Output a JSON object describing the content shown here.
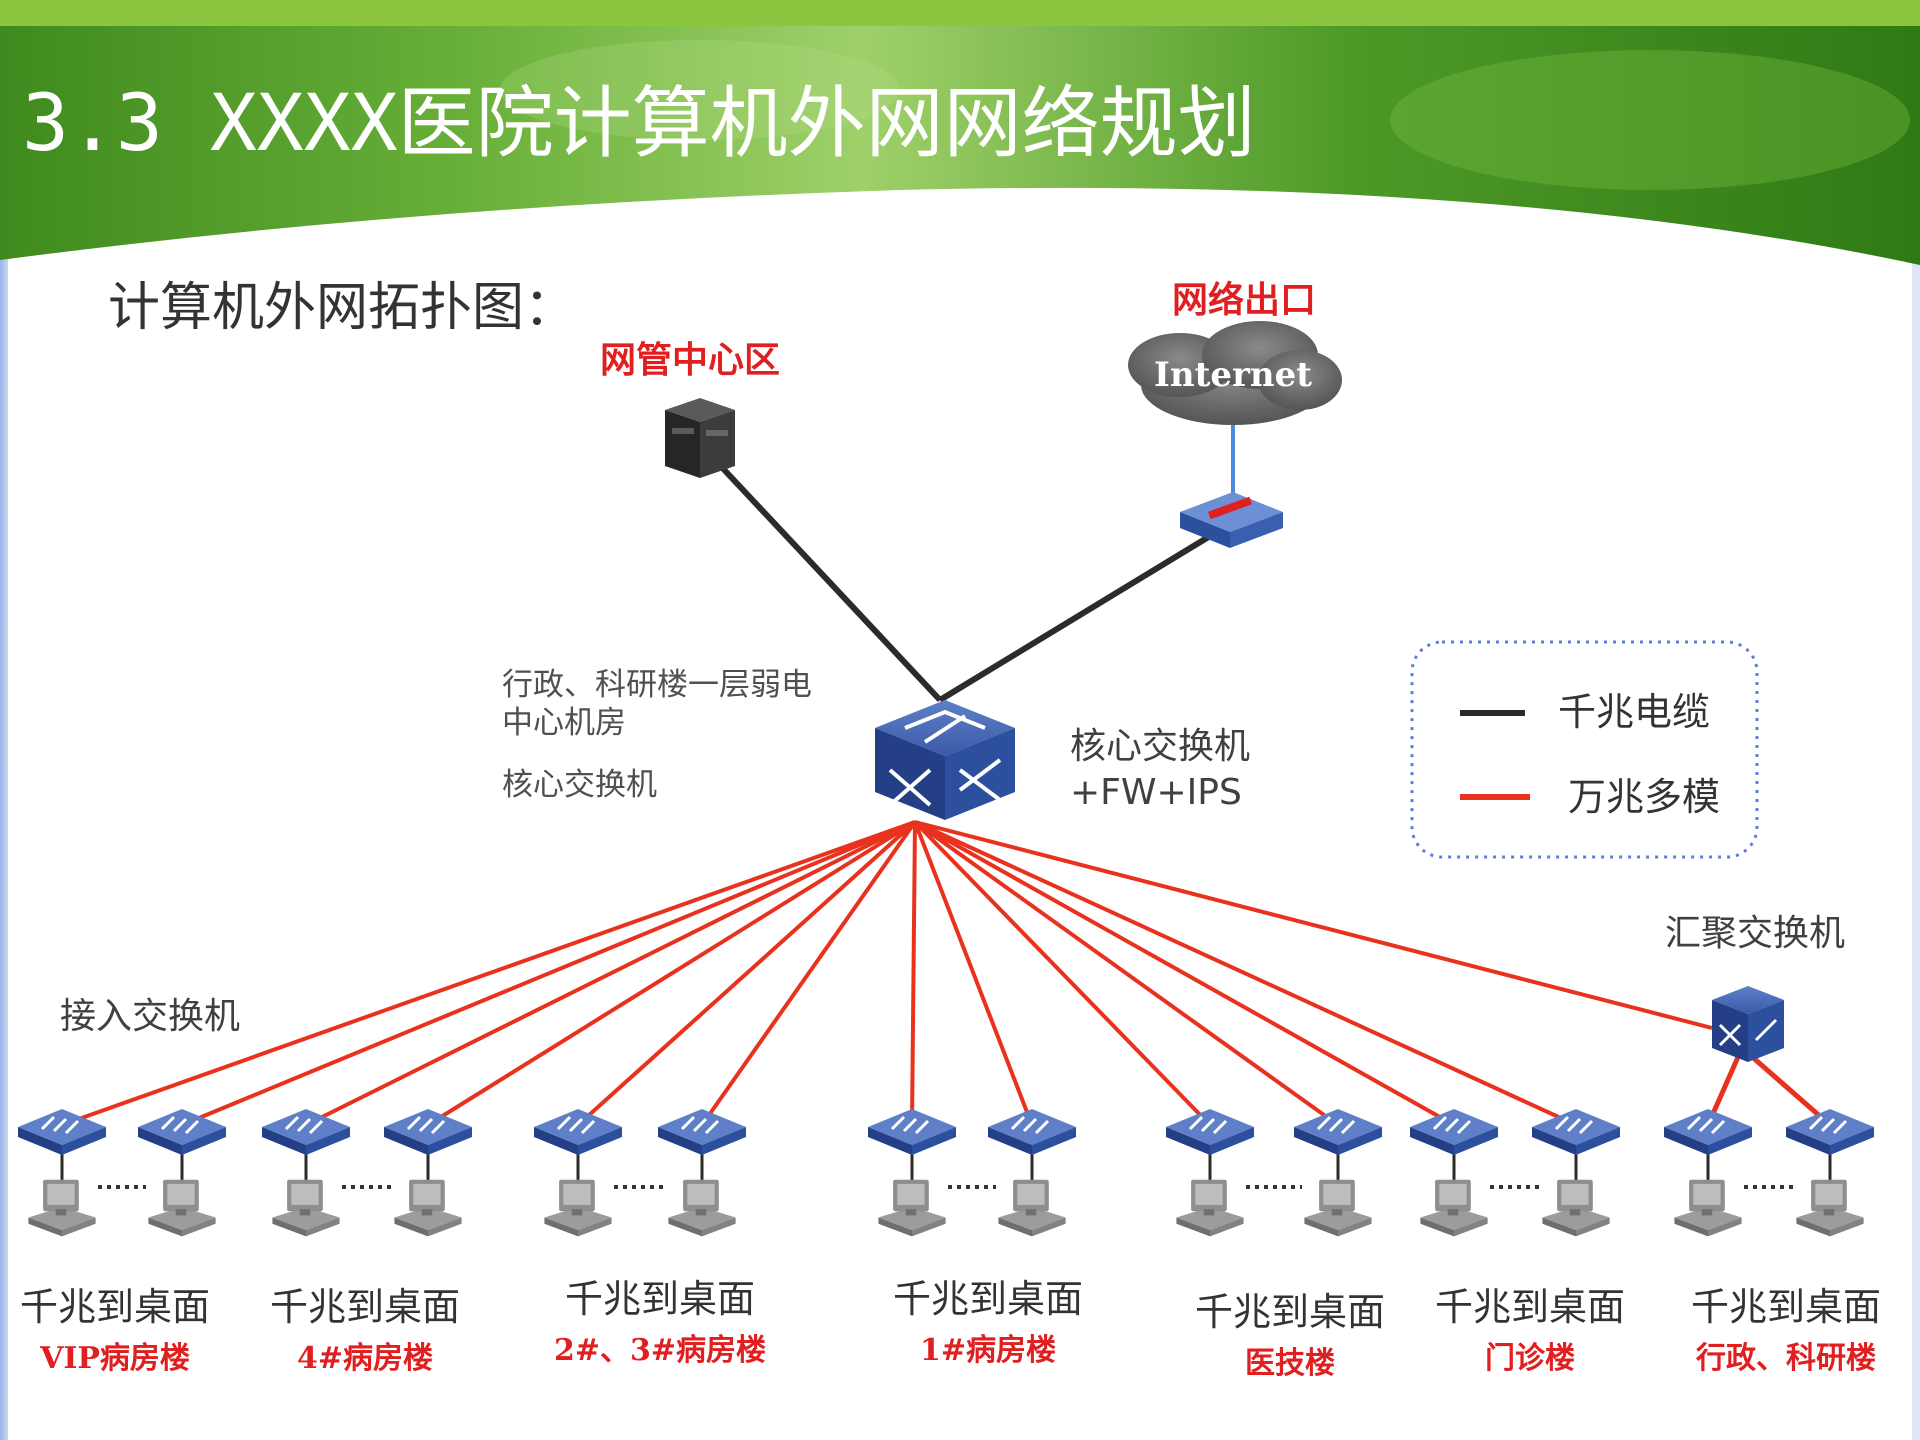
{
  "title": "3.3 XXXX医院计算机外网网络规划",
  "subtitle": "计算机外网拓扑图：",
  "nodes": {
    "nms": {
      "label": "网管中心区"
    },
    "egress": {
      "label": "网络出口",
      "cloud_text": "Internet"
    },
    "core": {
      "location_lines": [
        "行政、科研楼一层弱电",
        "中心机房"
      ],
      "location_role": "核心交换机",
      "name_lines": [
        "核心交换机",
        "+FW+IPS"
      ]
    },
    "aggregation": {
      "label": "汇聚交换机"
    },
    "access": {
      "label": "接入交换机"
    }
  },
  "legend": {
    "items": [
      {
        "label": "千兆电缆",
        "color": "#2b2b2b"
      },
      {
        "label": "万兆多模",
        "color": "#e8321e"
      }
    ]
  },
  "groups": [
    {
      "desktop": "千兆到桌面",
      "building": "VIP病房楼"
    },
    {
      "desktop": "千兆到桌面",
      "building": "4#病房楼"
    },
    {
      "desktop": "千兆到桌面",
      "building": "2#、3#病房楼"
    },
    {
      "desktop": "千兆到桌面",
      "building": "1#病房楼"
    },
    {
      "desktop": "千兆到桌面",
      "building": "医技楼"
    },
    {
      "desktop": "千兆到桌面",
      "building": "门诊楼"
    },
    {
      "desktop": "千兆到桌面",
      "building": "行政、科研楼"
    }
  ],
  "colors": {
    "banner_green": "#4e9a28",
    "top_bar": "#8cc63f",
    "accent_red": "#e02020",
    "switch_blue": "#2c4f9e",
    "fiber_red": "#e8321e",
    "copper_black": "#2b2b2b",
    "legend_border": "#5b7fd6"
  }
}
